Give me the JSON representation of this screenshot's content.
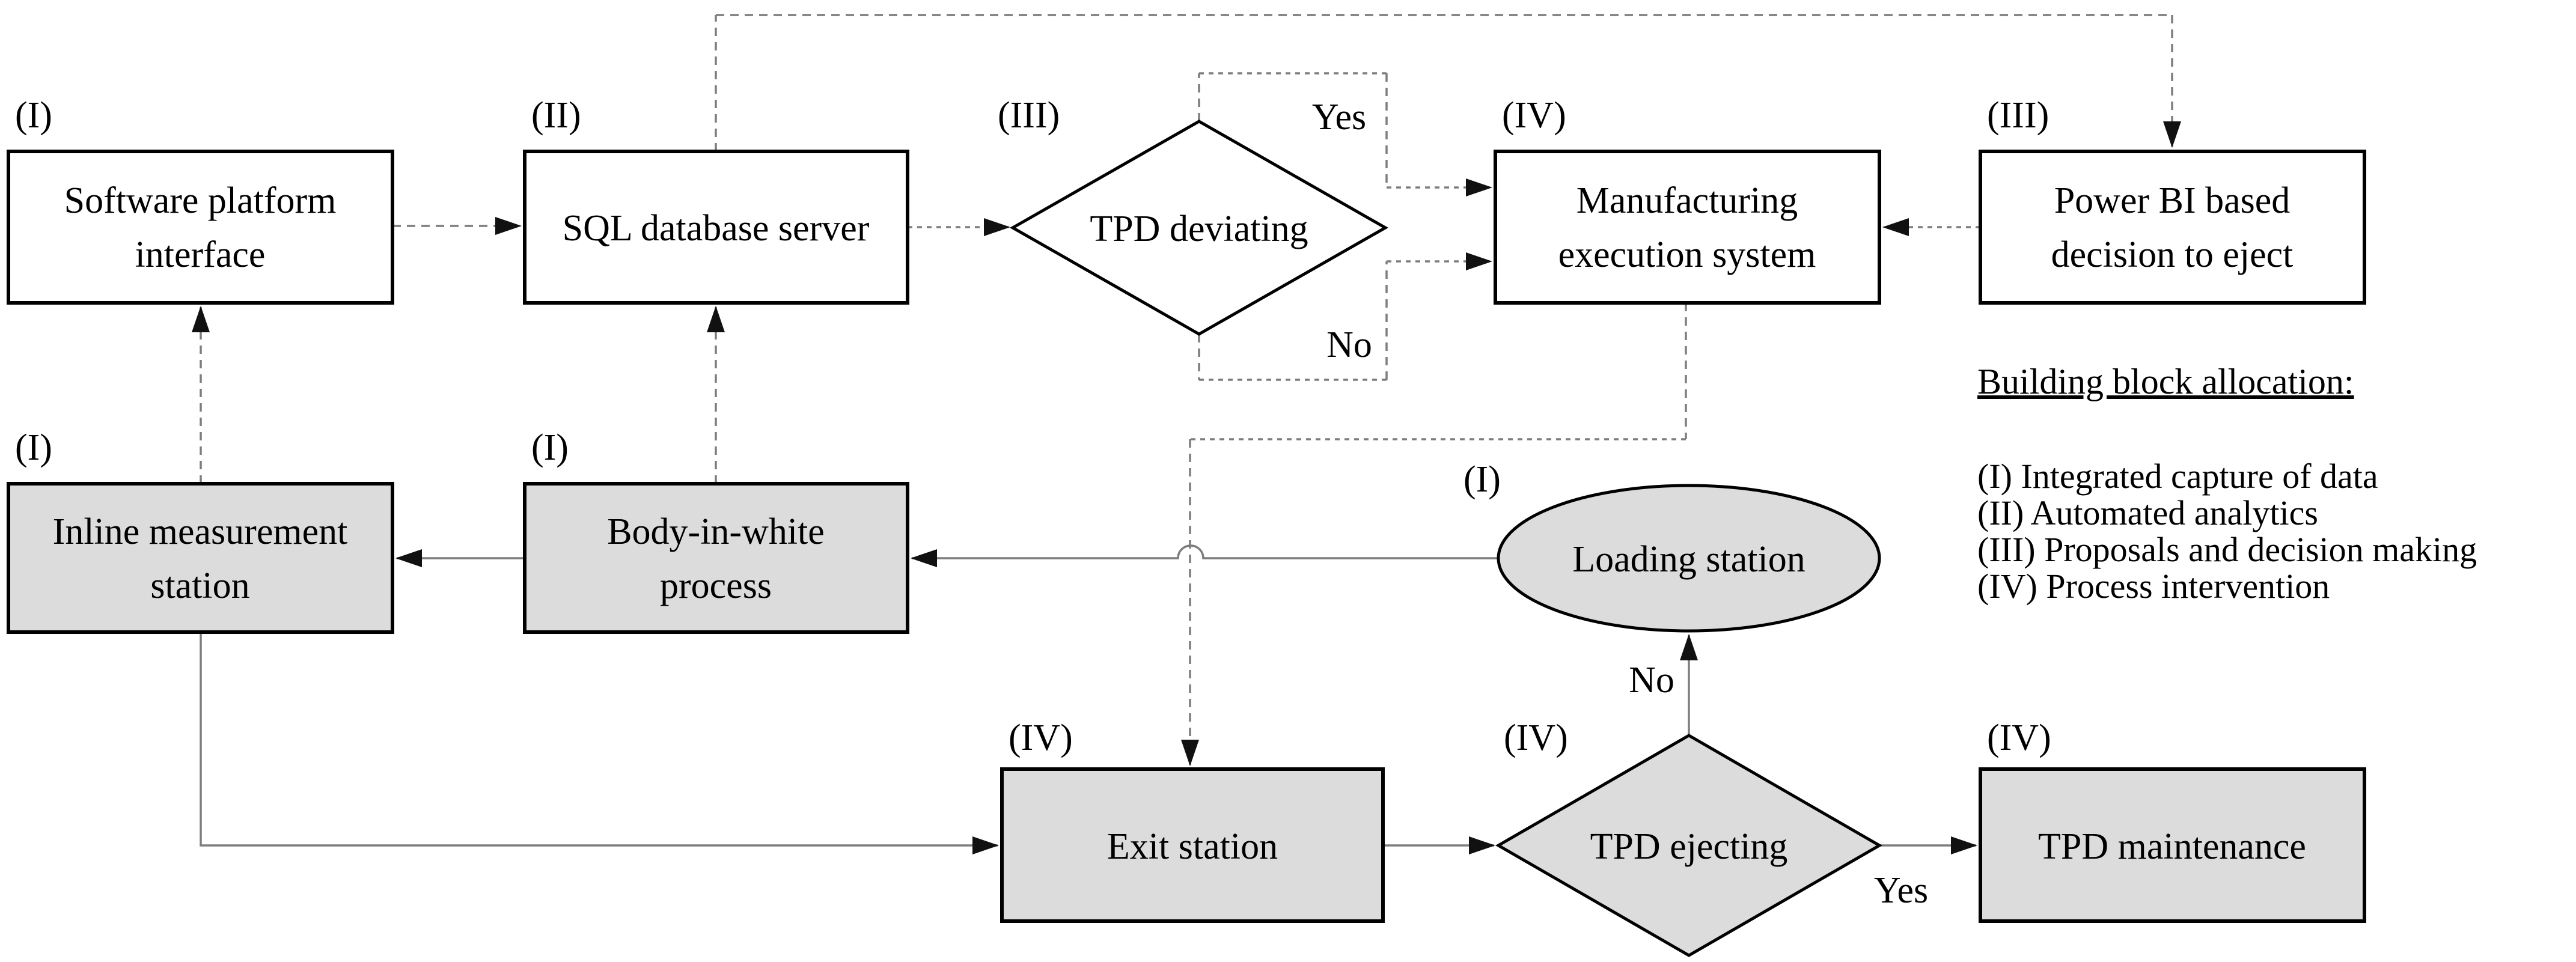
{
  "diagram": {
    "nodes": {
      "spi": {
        "tag": "(I)",
        "lines": [
          "Software platform",
          "interface"
        ]
      },
      "sql": {
        "tag": "(II)",
        "lines": [
          "SQL database server"
        ]
      },
      "tpd_deviating": {
        "tag": "(III)",
        "lines": [
          "TPD deviating"
        ]
      },
      "mes": {
        "tag": "(IV)",
        "lines": [
          "Manufacturing",
          "execution system"
        ]
      },
      "power_bi": {
        "tag": "(III)",
        "lines": [
          "Power BI based",
          "decision to eject"
        ]
      },
      "ims": {
        "tag": "(I)",
        "lines": [
          "Inline measurement",
          "station"
        ]
      },
      "biw": {
        "tag": "(I)",
        "lines": [
          "Body-in-white",
          "process"
        ]
      },
      "loading": {
        "tag": "(I)",
        "lines": [
          "Loading station"
        ]
      },
      "exit": {
        "tag": "(IV)",
        "lines": [
          "Exit station"
        ]
      },
      "tpd_ejecting": {
        "tag": "(IV)",
        "lines": [
          "TPD ejecting"
        ]
      },
      "tpd_maintenance": {
        "tag": "(IV)",
        "lines": [
          "TPD maintenance"
        ]
      }
    },
    "edge_labels": {
      "deviating_yes": "Yes",
      "deviating_no": "No",
      "ejecting_no": "No",
      "ejecting_yes": "Yes"
    },
    "legend": {
      "heading": "Building block allocation:",
      "items": [
        "(I) Integrated capture of data",
        "(II) Automated analytics",
        "(III) Proposals and decision making",
        "(IV) Process intervention"
      ]
    }
  },
  "colors": {
    "digital_fill": "#ffffff",
    "physical_fill": "#dcdcdc",
    "outline": "#000000",
    "connector": "#7d7d7d",
    "arrowhead": "#111111",
    "background": "#ffffff"
  }
}
